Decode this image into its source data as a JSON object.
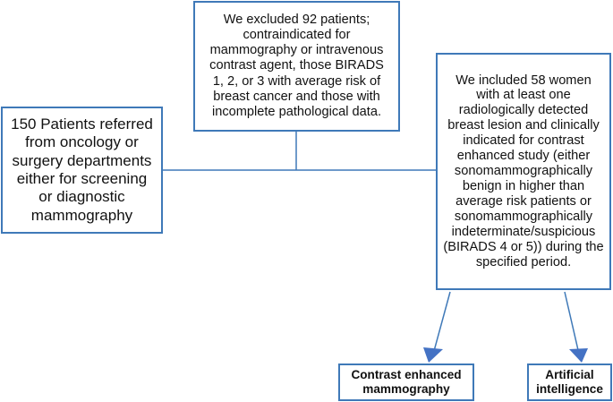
{
  "nodes": {
    "source": "150 Patients referred\nfrom oncology or\nsurgery departments\neither for screening\nor diagnostic\nmammography",
    "excluded": "We excluded 92 patients;\ncontraindicated for\nmammography or intravenous\ncontrast agent, those BIRADS\n1, 2, or 3 with average risk of\nbreast cancer and those with\nincomplete pathological data.",
    "included": "We included 58 women\nwith at least one\nradiologically detected\nbreast lesion and clinically\nindicated for contrast\nenhanced study (either\nsonomammographically\nbenign in higher than\naverage risk patients or\nsonomammographically\nindeterminate/suspicious\n(BIRADS 4 or 5)) during the\nspecified period.",
    "cem": "Contrast enhanced\nmammography",
    "ai": "Artificial\nintelligence"
  },
  "colors": {
    "border": "#3f79b8",
    "connector": "#3f79b8",
    "arrowhead": "#4472c4"
  }
}
